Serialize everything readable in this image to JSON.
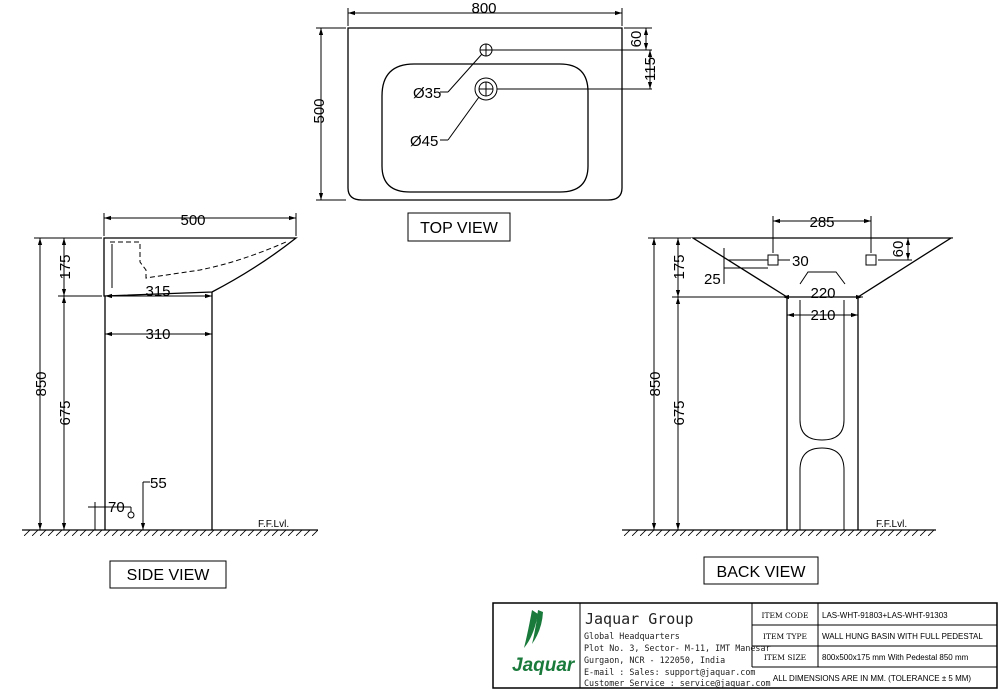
{
  "views": {
    "top": {
      "label": "TOP VIEW",
      "width": "800",
      "depth": "500",
      "tap_hole": "Ø35",
      "waste_hole": "Ø45",
      "offset_a": "60",
      "offset_b": "115"
    },
    "side": {
      "label": "SIDE VIEW",
      "width": "500",
      "basin_height": "175",
      "total_height": "850",
      "pedestal_height": "675",
      "lip": "315",
      "pedestal_width": "310",
      "pipe_a": "55",
      "pipe_b": "70",
      "floor": "F.F.Lvl."
    },
    "back": {
      "label": "BACK VIEW",
      "holes_span": "285",
      "hole_offset": "60",
      "hole_size": "30",
      "edge": "25",
      "basin_height": "175",
      "total_height": "850",
      "pedestal_height": "675",
      "top_width": "220",
      "bottom_width": "210",
      "floor": "F.F.Lvl."
    }
  },
  "title_block": {
    "brand": "Jaquar",
    "company": "Jaquar Group",
    "address_1": "Global Headquarters",
    "address_2": "Plot No. 3, Sector- M-11, IMT Manesar",
    "address_3": "Gurgaon, NCR - 122050, India",
    "email": "E-mail : Sales: support@jaquar.com",
    "service": "Customer Service : service@jaquar.com",
    "rows": [
      {
        "key": "ITEM CODE",
        "value": "LAS-WHT-91803+LAS-WHT-91303"
      },
      {
        "key": "ITEM TYPE",
        "value": "WALL HUNG BASIN WITH FULL PEDESTAL"
      },
      {
        "key": "ITEM SIZE",
        "value": "800x500x175 mm With Pedestal 850 mm"
      }
    ],
    "note": "ALL DIMENSIONS ARE IN MM. (TOLERANCE ± 5 MM)"
  },
  "colors": {
    "brand": "#1a7a3c",
    "line": "#000000"
  }
}
